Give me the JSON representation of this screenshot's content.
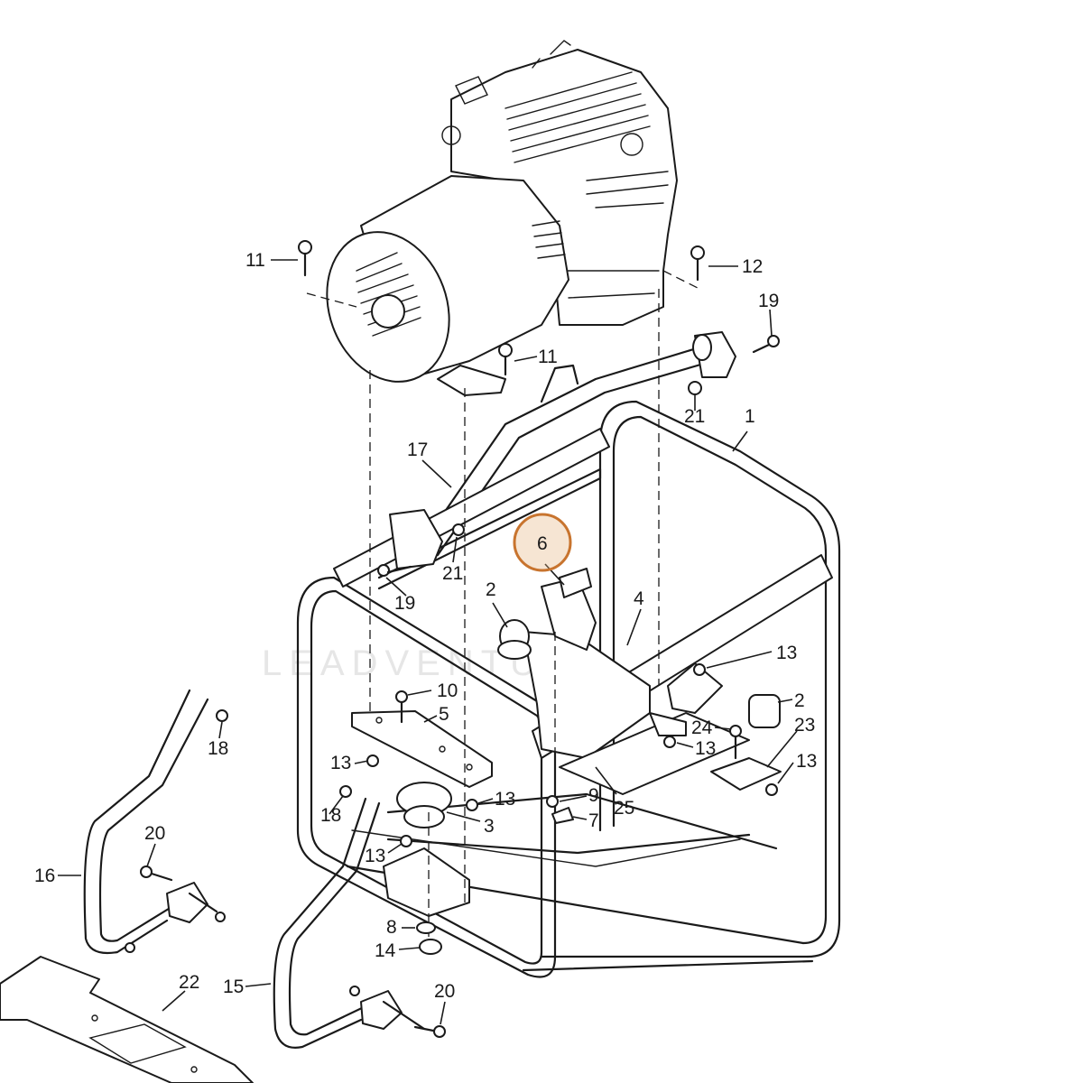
{
  "watermark": "LEADVENTURE",
  "highlight": {
    "label": "6",
    "color": "#c8742e"
  },
  "callouts": [
    {
      "id": "c-11a",
      "label": "11"
    },
    {
      "id": "c-11b",
      "label": "11"
    },
    {
      "id": "c-12",
      "label": "12"
    },
    {
      "id": "c-19a",
      "label": "19"
    },
    {
      "id": "c-21a",
      "label": "21"
    },
    {
      "id": "c-1",
      "label": "1"
    },
    {
      "id": "c-17",
      "label": "17"
    },
    {
      "id": "c-21b",
      "label": "21"
    },
    {
      "id": "c-19b",
      "label": "19"
    },
    {
      "id": "c-2a",
      "label": "2"
    },
    {
      "id": "c-4",
      "label": "4"
    },
    {
      "id": "c-13a",
      "label": "13"
    },
    {
      "id": "c-2b",
      "label": "2"
    },
    {
      "id": "c-23",
      "label": "23"
    },
    {
      "id": "c-24",
      "label": "24"
    },
    {
      "id": "c-13b",
      "label": "13"
    },
    {
      "id": "c-13c",
      "label": "13"
    },
    {
      "id": "c-10",
      "label": "10"
    },
    {
      "id": "c-5",
      "label": "5"
    },
    {
      "id": "c-18a",
      "label": "18"
    },
    {
      "id": "c-13d",
      "label": "13"
    },
    {
      "id": "c-13e",
      "label": "13"
    },
    {
      "id": "c-9",
      "label": "9"
    },
    {
      "id": "c-7",
      "label": "7"
    },
    {
      "id": "c-25",
      "label": "25"
    },
    {
      "id": "c-18b",
      "label": "18"
    },
    {
      "id": "c-3",
      "label": "3"
    },
    {
      "id": "c-13f",
      "label": "13"
    },
    {
      "id": "c-20a",
      "label": "20"
    },
    {
      "id": "c-16",
      "label": "16"
    },
    {
      "id": "c-8",
      "label": "8"
    },
    {
      "id": "c-14",
      "label": "14"
    },
    {
      "id": "c-22",
      "label": "22"
    },
    {
      "id": "c-15",
      "label": "15"
    },
    {
      "id": "c-20b",
      "label": "20"
    }
  ]
}
